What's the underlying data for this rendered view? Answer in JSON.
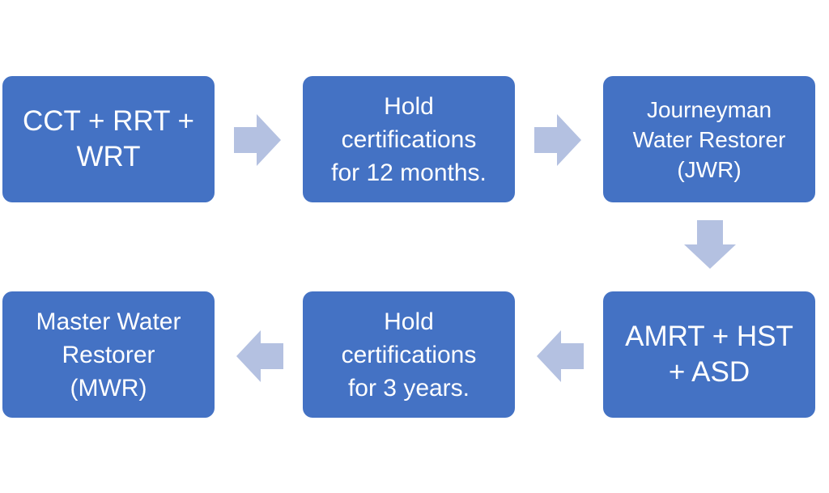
{
  "colors": {
    "box_fill": "#4472c4",
    "box_text": "#ffffff",
    "arrow_fill": "#b4c1e1"
  },
  "steps": [
    {
      "text": "CCT + RRT +\nWRT"
    },
    {
      "text": "Hold\ncertifications\nfor 12 months."
    },
    {
      "text": "Journeyman\nWater Restorer\n(JWR)"
    },
    {
      "text": "AMRT + HST\n+ ASD"
    },
    {
      "text": "Hold\ncertifications\nfor 3 years."
    },
    {
      "text": "Master Water\nRestorer\n(MWR)"
    }
  ],
  "arrows": [
    {
      "direction": "right"
    },
    {
      "direction": "right"
    },
    {
      "direction": "down"
    },
    {
      "direction": "left"
    },
    {
      "direction": "left"
    }
  ]
}
